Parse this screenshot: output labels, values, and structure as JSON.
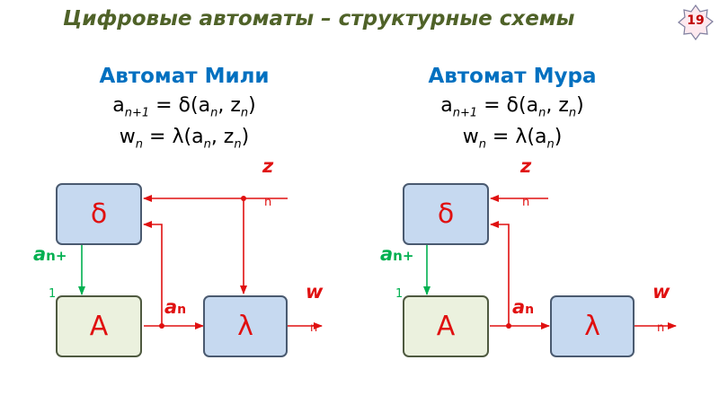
{
  "slide": {
    "title": "Цифровые автоматы – структурные схемы",
    "page_number": "19"
  },
  "mealy": {
    "heading": "Автомат Мили",
    "f1": {
      "a": "a",
      "sub_n1": "n+1",
      "eq": " = δ(a",
      "sub_n": "n",
      "comma": ", z",
      "sub_n2": "n",
      "close": ")"
    },
    "f2": {
      "w": "w",
      "sub_n": "n",
      "eq": " = λ(a",
      "sub_n2": "n",
      "comma": ", z",
      "sub_n3": "n",
      "close": ")"
    },
    "box_delta": "δ",
    "box_a": "A",
    "box_lambda": "λ",
    "z_label": "z",
    "z_sub": "n",
    "w_label": "w",
    "w_sub": "n",
    "an1_label": "a",
    "an1_sub": "n+",
    "an1_sub2": "1",
    "an_label": "a",
    "an_sub": "n"
  },
  "moore": {
    "heading": "Автомат Мура",
    "f1": {
      "a": "a",
      "sub_n1": "n+1",
      "eq": " = δ(a",
      "sub_n": "n",
      "comma": ", z",
      "sub_n2": "n",
      "close": ")"
    },
    "f2": {
      "w": "w",
      "sub_n": "n",
      "eq": " = λ(a",
      "sub_n2": "n",
      "close": ")"
    },
    "box_delta": "δ",
    "box_a": "A",
    "box_lambda": "λ",
    "z_label": "z",
    "z_sub": "n",
    "w_label": "w",
    "w_sub": "n",
    "an1_label": "a",
    "an1_sub": "n+",
    "an1_sub2": "1",
    "an_label": "a",
    "an_sub": "n"
  },
  "colors": {
    "title": "#4f6228",
    "heading": "#0070c0",
    "signal_red": "#e01010",
    "signal_green": "#00b050",
    "box_blue": "#c6d9f0",
    "box_green": "#ebf1de"
  }
}
